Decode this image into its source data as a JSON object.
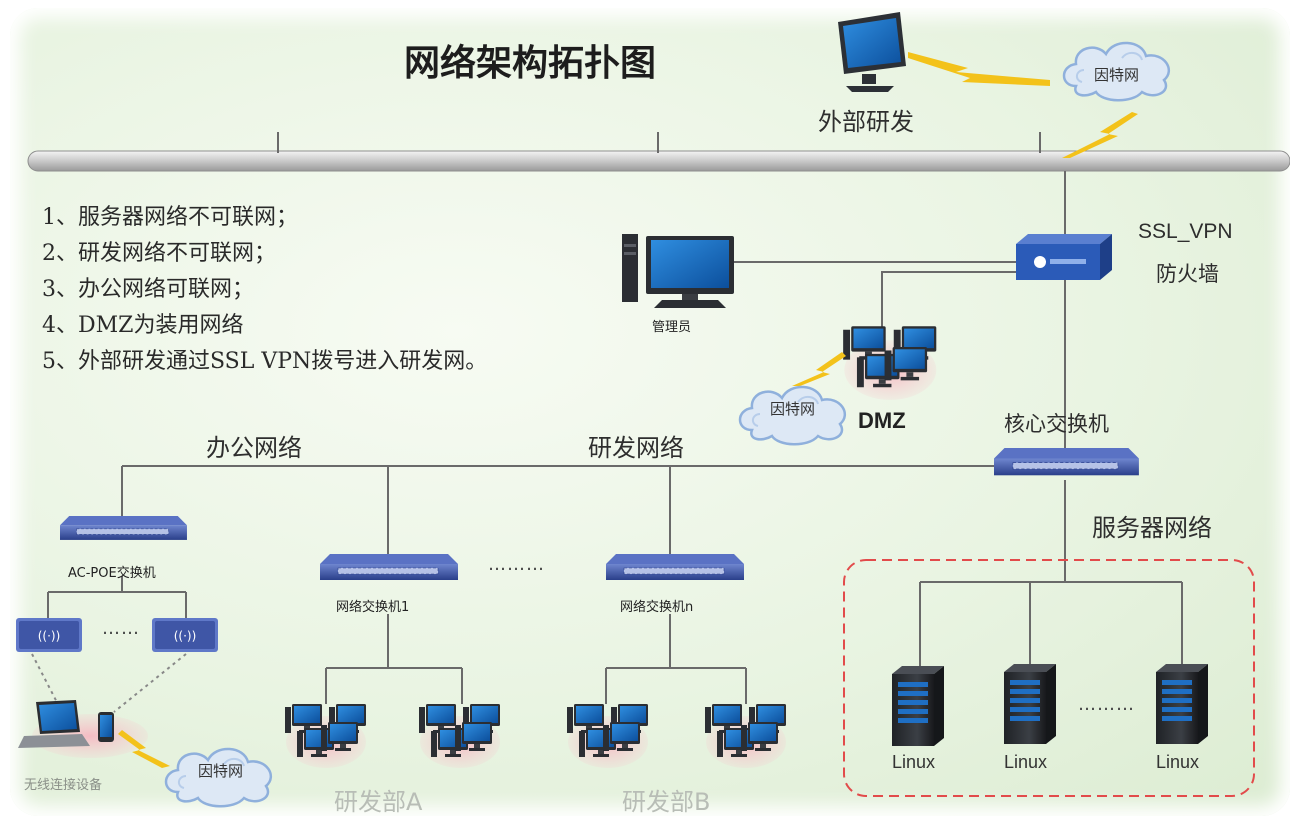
{
  "title": "网络架构拓扑图",
  "notes": [
    "1、服务器网络不可联网；",
    "2、研发网络不可联网；",
    "3、办公网络可联网；",
    "4、DMZ为装用网络",
    "5、外部研发通过SSL VPN拨号进入研发网。"
  ],
  "labels": {
    "external_dev": "外部研发",
    "internet_cloud": "因特网",
    "ssl_vpn": "SSL_VPN",
    "firewall": "防火墙",
    "admin": "管理员",
    "dmz": "DMZ",
    "core_switch": "核心交换机",
    "office_network": "办公网络",
    "rd_network": "研发网络",
    "server_network": "服务器网络",
    "ac_poe_switch": "AC-POE交换机",
    "switch_1": "网络交换机1",
    "switch_n": "网络交换机n",
    "wireless_devices": "无线连接设备",
    "dept_a": "研发部A",
    "dept_b": "研发部B",
    "linux_1": "Linux",
    "linux_2": "Linux",
    "linux_3": "Linux",
    "ellipsis": "……",
    "ellipsis_long": "………"
  },
  "colors": {
    "device_blue": "#1c5fae",
    "switch_blue": "#3a55a8",
    "server_dark": "#2c2f33",
    "lightning": "#f3c21a",
    "server_zone": "#e24b4b",
    "pink_glow": "#f7c9cf"
  }
}
